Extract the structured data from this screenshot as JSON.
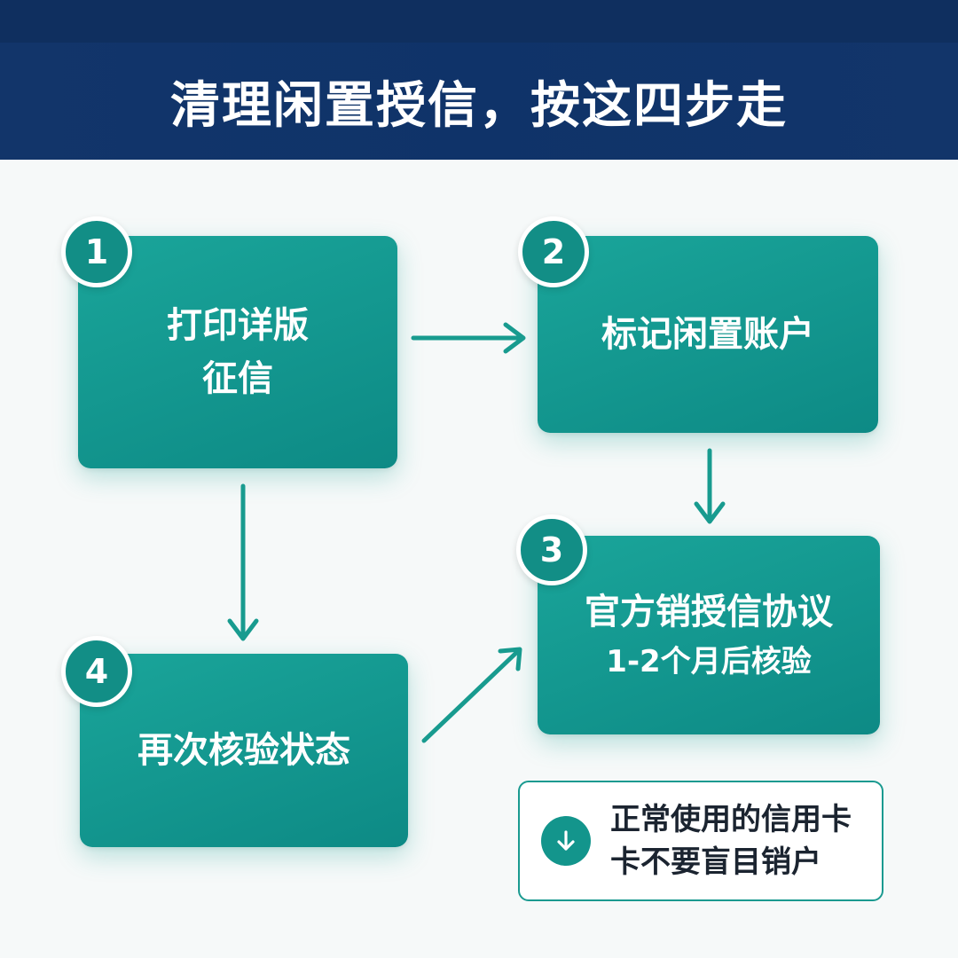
{
  "header": {
    "title": "清理闲置授信，按这四步走"
  },
  "steps": [
    {
      "number": "1",
      "lines": [
        "打印详版",
        "征信"
      ]
    },
    {
      "number": "2",
      "lines": [
        "标记闲置账户"
      ]
    },
    {
      "number": "3",
      "lines": [
        "官方销授信协议",
        "1-2个月后核验"
      ]
    },
    {
      "number": "4",
      "lines": [
        "再次核验状态"
      ]
    }
  ],
  "note": {
    "icon": "arrow-down-icon",
    "lines": [
      "正常使用的信用卡",
      "卡不要盲目销户"
    ]
  },
  "colors": {
    "header_bg": "#12356a",
    "card_teal": "#139a90",
    "arrow": "#189b8f"
  }
}
